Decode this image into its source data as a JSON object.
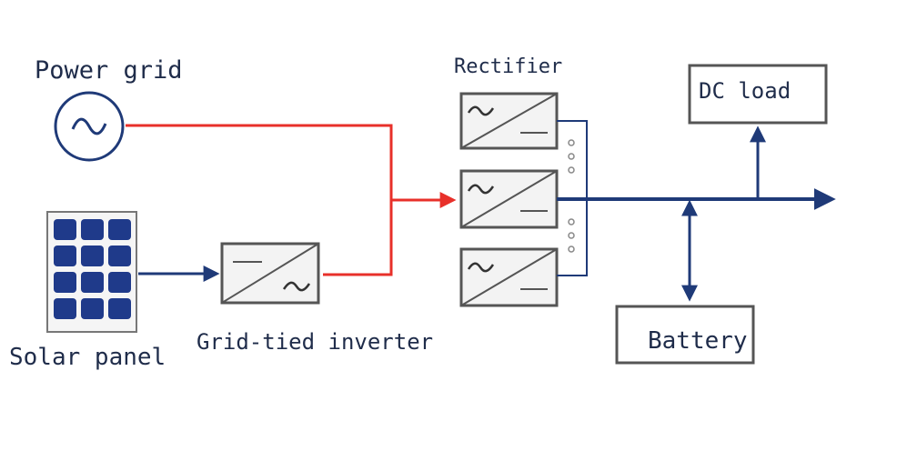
{
  "labels": {
    "power_grid": "Power grid",
    "solar_panel": "Solar panel",
    "inverter": "Grid-tied inverter",
    "rectifier": "Rectifier",
    "dc_load": "DC load",
    "battery": "Battery"
  },
  "colors": {
    "ac_line": "#e8302a",
    "dc_line": "#1f3a78",
    "box_border": "#555555",
    "box_fill": "#f3f3f3",
    "panel_cell": "#1f3a8a",
    "text": "#1f2c4a"
  },
  "icons": [
    "ac-source-icon",
    "dc-ac-converter-icon",
    "ac-dc-converter-icon",
    "solar-panel-icon"
  ]
}
